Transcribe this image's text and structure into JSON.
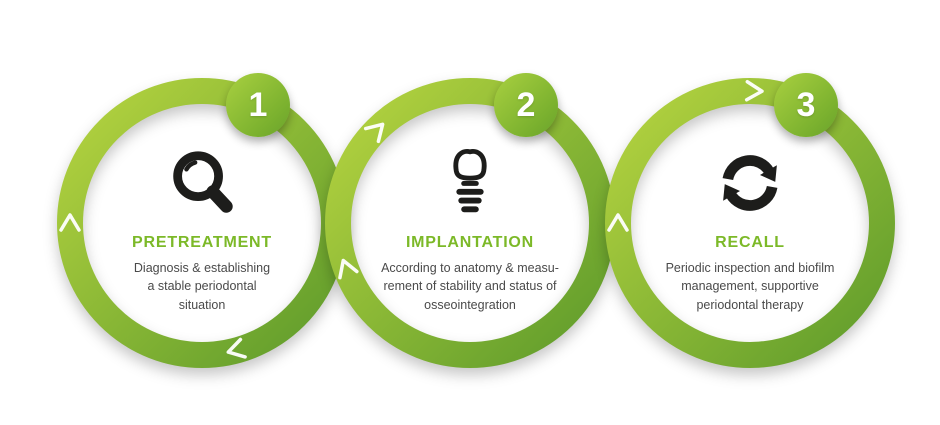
{
  "steps": [
    {
      "number": "1",
      "title": "PRETREATMENT",
      "description": [
        "Diagnosis & establishing",
        "a stable periodontal",
        "situation"
      ],
      "icon": "magnifier-icon"
    },
    {
      "number": "2",
      "title": "IMPLANTATION",
      "description": [
        "According to anatomy & measu-",
        "rement of stability and status of",
        "osseointegration"
      ],
      "icon": "implant-icon"
    },
    {
      "number": "3",
      "title": "RECALL",
      "description": [
        "Periodic inspection and biofilm",
        "management, supportive",
        "periodontal therapy"
      ],
      "icon": "refresh-icon"
    }
  ],
  "colors": {
    "ring_light": "#b6d440",
    "ring_dark": "#5e9b2b",
    "badge_green": "#8aba33",
    "title_green": "#7cb928",
    "text_gray": "#4a4a4a",
    "icon_black": "#1d1d1b",
    "background": "#ffffff"
  }
}
